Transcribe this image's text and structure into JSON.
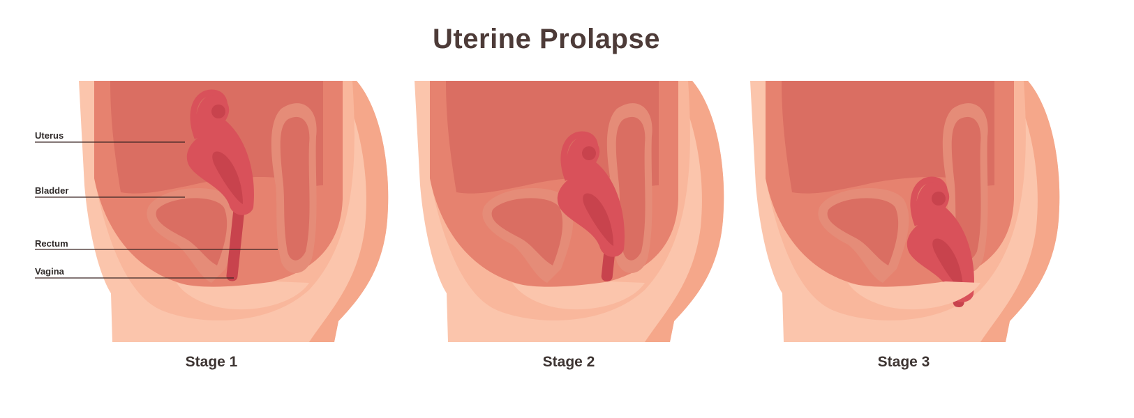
{
  "title": "Uterine Prolapse",
  "labels": [
    "Uterus",
    "Bladder",
    "Rectum",
    "Vagina"
  ],
  "stages": [
    "Stage 1",
    "Stage 2",
    "Stage 3"
  ],
  "colors": {
    "skin": "#fbc5ac",
    "skin_back": "#f5a78a",
    "cavity": "#e6826f",
    "cavity_inner": "#da6e62",
    "organ_light": "#e58c78",
    "uterus": "#d9515a",
    "uterus_dark": "#c8434d",
    "title": "#4d3b38"
  }
}
